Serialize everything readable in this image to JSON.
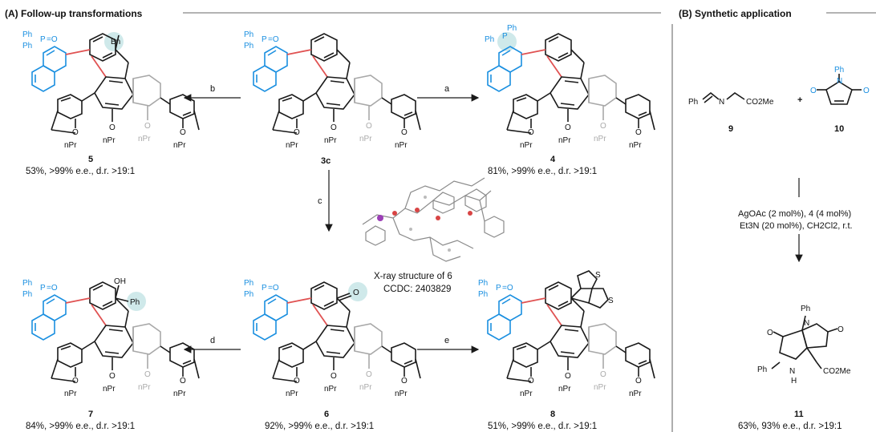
{
  "sections": {
    "a_title": "(A) Follow-up transformations",
    "b_title": "(B) Synthetic application"
  },
  "compounds": {
    "c5": {
      "id": "5",
      "result": "53%, >99% e.e., d.r. >19:1",
      "sub": "Bn"
    },
    "c3c": {
      "id": "3c"
    },
    "c4": {
      "id": "4",
      "result": "81%, >99% e.e., d.r. >19:1"
    },
    "c7": {
      "id": "7",
      "result": "84%, >99% e.e., d.r. >19:1",
      "sub": "Ph",
      "sub2": "OH"
    },
    "c6": {
      "id": "6",
      "result": "92%, >99% e.e., d.r. >19:1",
      "sub": "O"
    },
    "c8": {
      "id": "8",
      "result": "51%, >99% e.e., d.r. >19:1"
    },
    "c9": {
      "id": "9"
    },
    "c10": {
      "id": "10"
    },
    "c11": {
      "id": "11",
      "result": "63%, 93% e.e., d.r. >19:1"
    }
  },
  "arrows": {
    "a": "a",
    "b": "b",
    "c": "c",
    "d": "d",
    "e": "e"
  },
  "xray": {
    "line1": "X-ray structure of 6",
    "line2": "CCDC: 2403829"
  },
  "reaction_b": {
    "plus": "+",
    "cond1": "AgOAc (2 mol%), 4 (4 mol%)",
    "cond2": "Et3N (20 mol%), CH2Cl2, r.t."
  },
  "atoms": {
    "ph": "Ph",
    "p": "P",
    "o": "O",
    "eq_o": "=O",
    "npr": "nPr",
    "n": "N",
    "h": "H",
    "s": "S",
    "co2me": "CO2Me"
  },
  "colors": {
    "phosphine_blue": "#1a8fe0",
    "bond_red": "#e05252",
    "highlight": "#cfe9ea",
    "grey_ring": "#a8a8a8"
  }
}
